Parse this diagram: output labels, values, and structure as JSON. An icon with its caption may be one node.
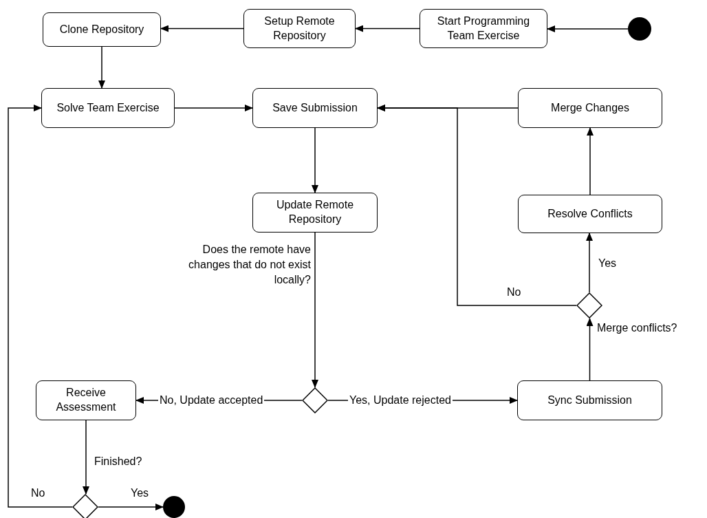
{
  "diagram": {
    "nodes": [
      {
        "text": [],
        "shape": "circle"
      },
      {
        "text": [
          "Start Programming Team Exercise"
        ]
      },
      {
        "text": [
          "Setup Remote Repository"
        ]
      },
      {
        "text": [
          "Clone Repository"
        ]
      },
      {
        "text": [
          "Solve Team Exercise"
        ]
      },
      {
        "text": [
          "Save Submission"
        ]
      },
      {
        "text": [
          "Merge Changes"
        ]
      },
      {
        "text": [
          "Update Remote Repository"
        ]
      },
      {
        "text": [
          "Resolve Conflicts"
        ]
      },
      {
        "text": [],
        "shape": "diamond"
      },
      {
        "text": [],
        "shape": "diamond"
      },
      {
        "text": [
          "Receive Assessment"
        ]
      },
      {
        "text": [
          "Sync Submission"
        ]
      },
      {
        "text": [],
        "shape": "diamond"
      },
      {
        "text": [],
        "shape": "circle"
      }
    ],
    "edges": [
      {
        "from": 0,
        "to": 1,
        "arrow": "to"
      },
      {
        "from": 1,
        "to": 2,
        "arrow": "to"
      },
      {
        "from": 2,
        "to": 3,
        "arrow": "to"
      },
      {
        "from": 3,
        "to": 4,
        "arrow": "to"
      },
      {
        "from": 4,
        "to": 5,
        "arrow": "to"
      },
      {
        "from": 5,
        "to": 7,
        "arrow": "to"
      },
      {
        "from": 7,
        "to": 10,
        "arrow": "to",
        "label": "Does the remote have changes that do not exist locally?"
      },
      {
        "from": 10,
        "to": 11,
        "arrow": "to",
        "label": "No, Update accepted"
      },
      {
        "from": 10,
        "to": 12,
        "arrow": "to",
        "label": "Yes, Update rejected"
      },
      {
        "from": 12,
        "to": 9,
        "arrow": "to",
        "label": "Merge conflicts?"
      },
      {
        "from": 9,
        "to": 8,
        "arrow": "to",
        "label": "Yes"
      },
      {
        "from": 8,
        "to": 6,
        "arrow": "to"
      },
      {
        "from": 9,
        "to": 5,
        "arrow": "to",
        "label": "No"
      },
      {
        "from": 6,
        "to": 5,
        "arrow": "to"
      },
      {
        "from": 11,
        "to": 13,
        "arrow": "to",
        "label": "Finished?"
      },
      {
        "from": 13,
        "to": 14,
        "arrow": "to",
        "label": "Yes"
      },
      {
        "from": 13,
        "to": 4,
        "arrow": "to",
        "label": "No"
      }
    ]
  }
}
